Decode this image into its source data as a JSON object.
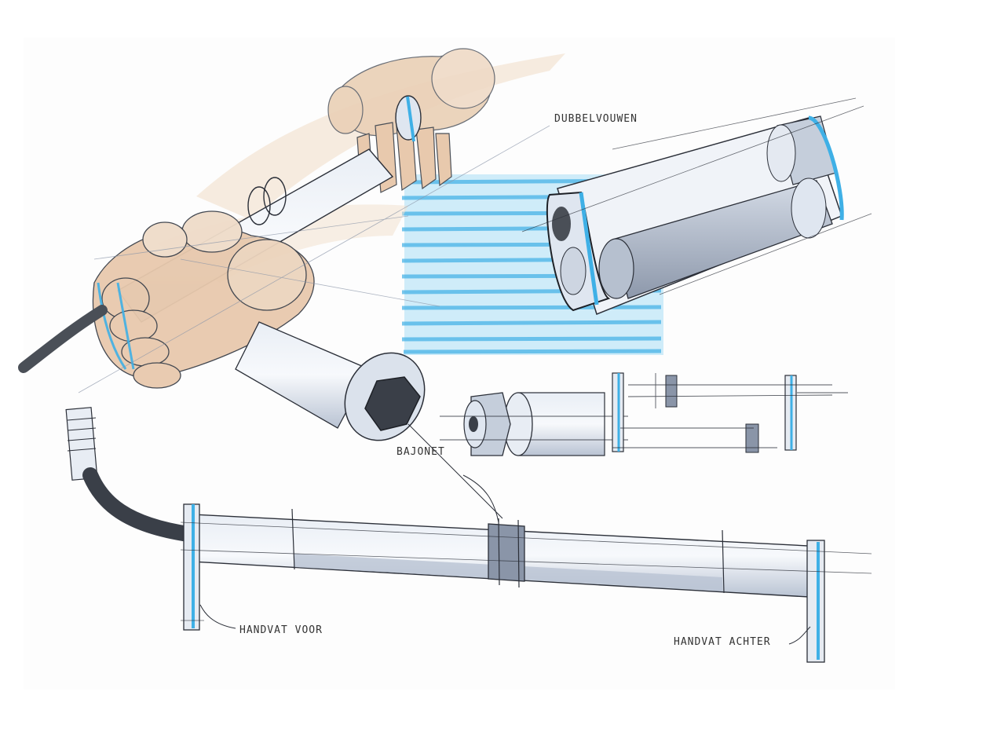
{
  "labels": {
    "dubbelvouwen": "DUBBELVOUWEN",
    "bajonet": "BAJONET",
    "handvat_voor": "HANDVAT VOOR",
    "handvat_achter": "HANDVAT ACHTER"
  },
  "colors": {
    "ink": "#2b2f38",
    "marker_blue": "#3fb0e6",
    "light_blue": "#8fd3f4",
    "cool_gray": "#8a95a8",
    "light_gray": "#cfd6e2",
    "skin": "#e8c9ad",
    "dark_gray": "#4a4f57"
  }
}
